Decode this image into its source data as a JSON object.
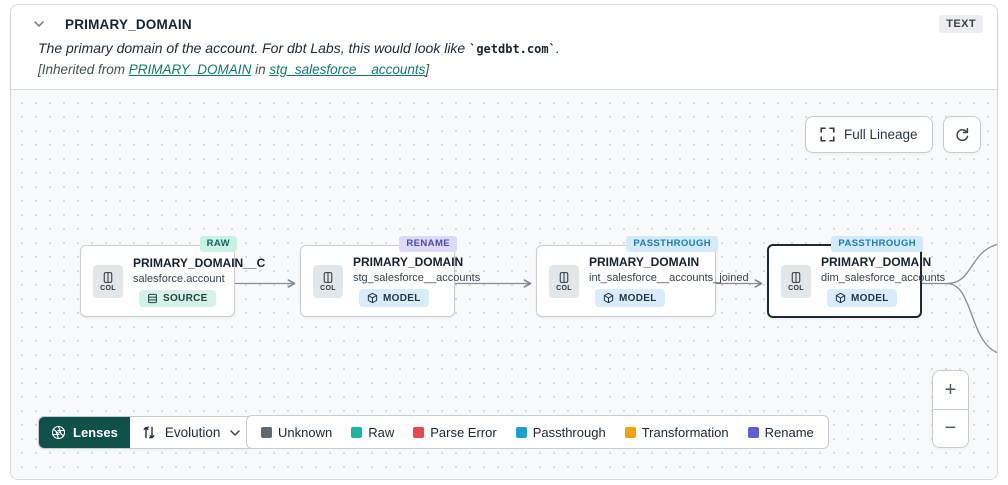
{
  "header": {
    "title": "PRIMARY_DOMAIN",
    "type_badge": "TEXT",
    "description": {
      "prefix": "The primary domain of the account. For dbt Labs, this would look like ",
      "code": "`getdbt.com`",
      "suffix": "."
    },
    "inherited": {
      "open": "[Inherited from ",
      "column_link": "PRIMARY_DOMAIN",
      "connector": " in ",
      "model_link": "stg_salesforce__accounts",
      "close": "]"
    }
  },
  "canvas": {
    "toolbar": {
      "full_lineage_label": "Full Lineage"
    },
    "nodes": [
      {
        "tag": "RAW",
        "tag_bg": "#c9f2e4",
        "tag_text": "#116758",
        "icon_label": "COL",
        "title": "PRIMARY_DOMAIN__C",
        "subtitle": "salesforce.account",
        "badge": "SOURCE",
        "badge_bg": "#d6f2e8",
        "badge_text": "#24433e",
        "selected": false
      },
      {
        "tag": "RENAME",
        "tag_bg": "#dcdaf8",
        "tag_text": "#4a4ab0",
        "icon_label": "COL",
        "title": "PRIMARY_DOMAIN",
        "subtitle": "stg_salesforce__accounts",
        "badge": "MODEL",
        "badge_bg": "#d9ecf9",
        "badge_text": "#1f3848",
        "selected": false
      },
      {
        "tag": "PASSTHROUGH",
        "tag_bg": "#d3eafa",
        "tag_text": "#1d7db8",
        "icon_label": "COL",
        "title": "PRIMARY_DOMAIN",
        "subtitle": "int_salesforce__accounts_joined",
        "badge": "MODEL",
        "badge_bg": "#d9ecf9",
        "badge_text": "#1f3848",
        "selected": false
      },
      {
        "tag": "PASSTHROUGH",
        "tag_bg": "#d3eafa",
        "tag_text": "#1d7db8",
        "icon_label": "COL",
        "title": "PRIMARY_DOMAIN",
        "subtitle": "dim_salesforce_accounts",
        "badge": "MODEL",
        "badge_bg": "#d9ecf9",
        "badge_text": "#1f3848",
        "selected": true
      }
    ],
    "edges": [
      {
        "from": 0,
        "to": 1
      },
      {
        "from": 1,
        "to": 2
      },
      {
        "from": 2,
        "to": 3
      },
      {
        "from": 3,
        "to": "offscreen-upper"
      },
      {
        "from": 3,
        "to": "offscreen-lower"
      }
    ],
    "lenses": {
      "button_label": "Lenses",
      "selected_lens": "Evolution"
    },
    "legend": [
      {
        "label": "Unknown",
        "color": "#60696f"
      },
      {
        "label": "Raw",
        "color": "#19b5a3"
      },
      {
        "label": "Parse Error",
        "color": "#e5484d"
      },
      {
        "label": "Passthrough",
        "color": "#1aa0d5"
      },
      {
        "label": "Transformation",
        "color": "#f2a30f"
      },
      {
        "label": "Rename",
        "color": "#5e5fd0"
      }
    ],
    "zoom": {
      "in_label": "+",
      "out_label": "−"
    }
  }
}
